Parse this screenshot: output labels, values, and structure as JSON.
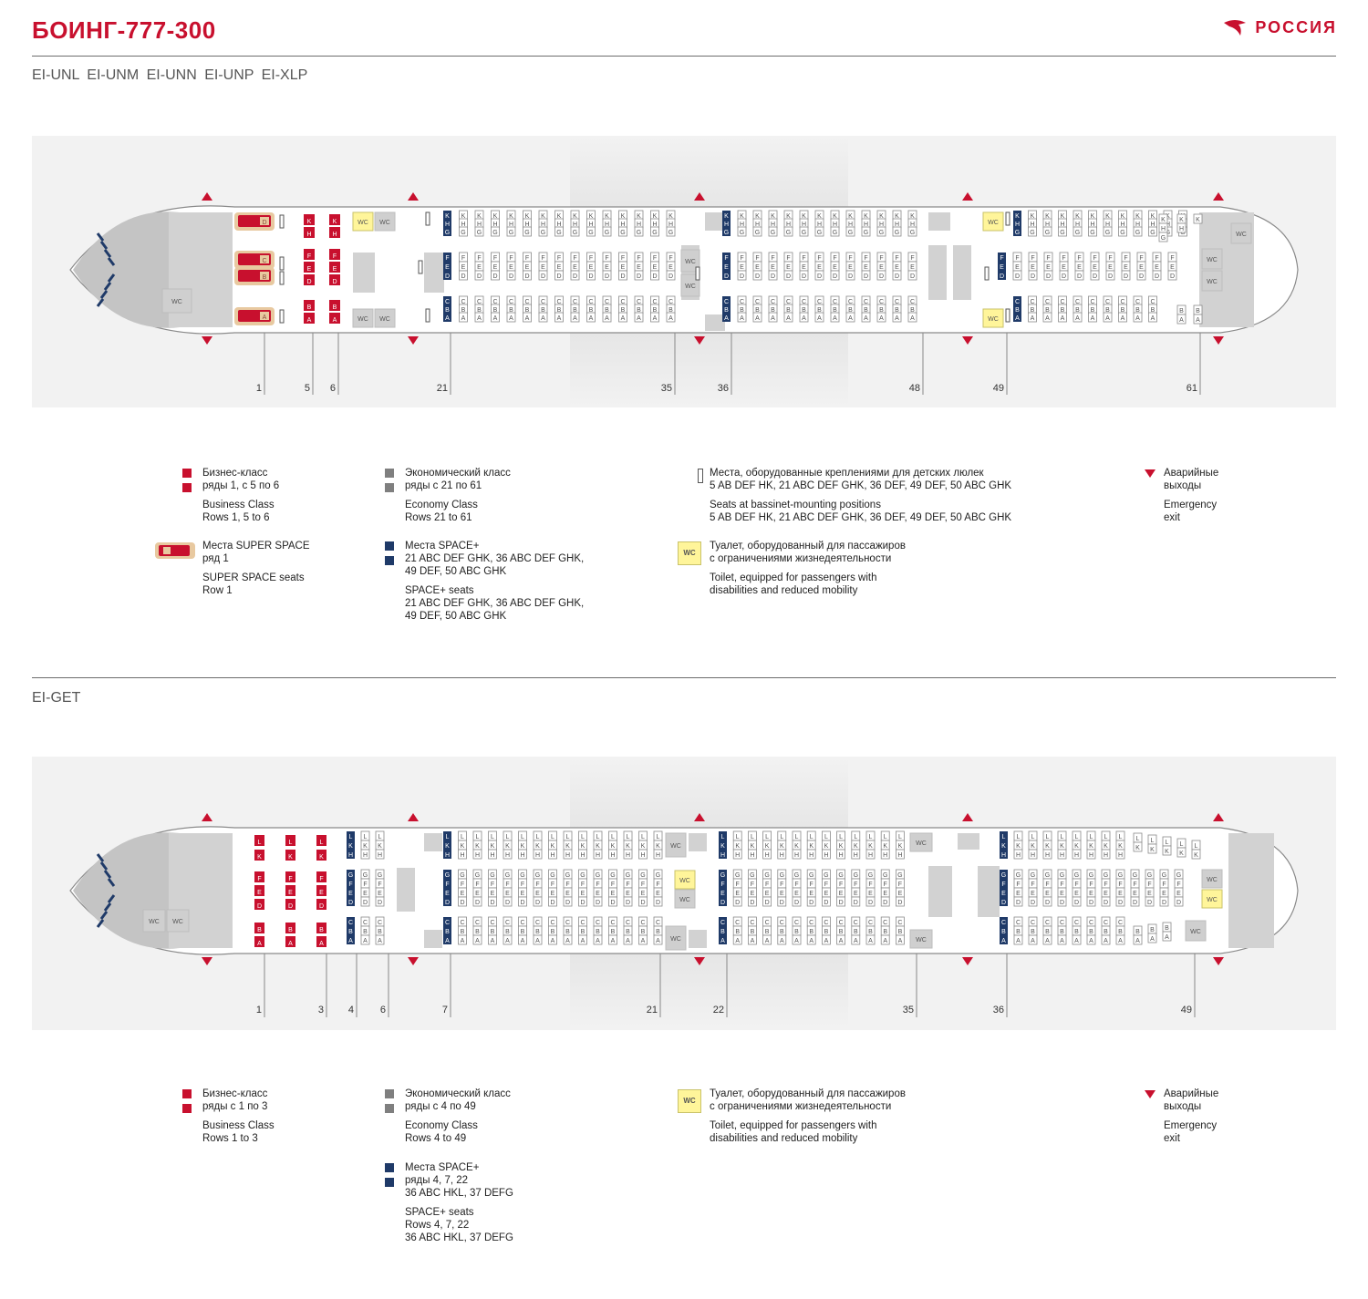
{
  "header": {
    "title": "БОИНГ-777-300",
    "logo_text": "РОССИЯ",
    "registrations": "EI-UNL  EI-UNM  EI-UNN  EI-UNP  EI-XLP",
    "registration_2": "EI-GET"
  },
  "colors": {
    "business": "#c8102e",
    "economy": "#7f7f7f",
    "space_plus": "#1f3a68",
    "wc_accessible": "#fff59a",
    "super_space": "#e8c9a0"
  },
  "wc_label": "WC",
  "diagram1": {
    "rows": [
      "1",
      "5",
      "6",
      "21",
      "35",
      "36",
      "48",
      "49",
      "61"
    ],
    "legend": {
      "business_ru": [
        "Бизнес-класс",
        "ряды 1, с 5 по 6"
      ],
      "business_en": [
        "Business Class",
        "Rows 1, 5 to 6"
      ],
      "super_ru": [
        "Места SUPER SPACE",
        "ряд 1"
      ],
      "super_en": [
        "SUPER SPACE seats",
        "Row 1"
      ],
      "economy_ru": [
        "Экономический класс",
        "ряды с 21 по 61"
      ],
      "economy_en": [
        "Economy Class",
        "Rows 21 to 61"
      ],
      "space_ru": [
        "Места SPACE+",
        "21 ABC DEF GHK, 36 ABC DEF GHK,",
        "49 DEF, 50 ABC GHK"
      ],
      "space_en": [
        "SPACE+ seats",
        "21 ABC DEF GHK, 36 ABC DEF GHK,",
        "49 DEF, 50 ABC GHK"
      ],
      "bassinet_ru": [
        "Места, оборудованные креплениями для детских люлек",
        "5 AB DEF HK, 21 ABC DEF GHK, 36 DEF, 49 DEF, 50 ABC GHK"
      ],
      "bassinet_en": [
        "Seats at bassinet-mounting positions",
        "5 AB DEF HK, 21 ABC DEF GHK, 36 DEF, 49 DEF, 50 ABC GHK"
      ],
      "toilet_ru": [
        "Туалет, оборудованный для пассажиров",
        "с ограничениями жизнедеятельности"
      ],
      "toilet_en": [
        "Toilet, equipped for passengers with",
        "disabilities and reduced mobility"
      ],
      "exit_ru": [
        "Аварийные",
        "выходы"
      ],
      "exit_en": [
        "Emergency",
        "exit"
      ]
    }
  },
  "diagram2": {
    "rows": [
      "1",
      "3",
      "4",
      "6",
      "7",
      "21",
      "22",
      "35",
      "36",
      "49"
    ],
    "legend": {
      "business_ru": [
        "Бизнес-класс",
        "ряды с 1 по 3"
      ],
      "business_en": [
        "Business Class",
        "Rows 1 to 3"
      ],
      "economy_ru": [
        "Экономический класс",
        "ряды с 4 по 49"
      ],
      "economy_en": [
        "Economy Class",
        "Rows 4 to 49"
      ],
      "space_ru": [
        "Места SPACE+",
        "ряды 4, 7, 22",
        "36 ABC HKL, 37 DEFG"
      ],
      "space_en": [
        "SPACE+ seats",
        "Rows 4, 7, 22",
        "36 ABC HKL, 37 DEFG"
      ],
      "toilet_ru": [
        "Туалет, оборудованный для пассажиров",
        "с ограничениями жизнедеятельности"
      ],
      "toilet_en": [
        "Toilet, equipped for passengers with",
        "disabilities and reduced mobility"
      ],
      "exit_ru": [
        "Аварийные",
        "выходы"
      ],
      "exit_en": [
        "Emergency",
        "exit"
      ]
    }
  }
}
